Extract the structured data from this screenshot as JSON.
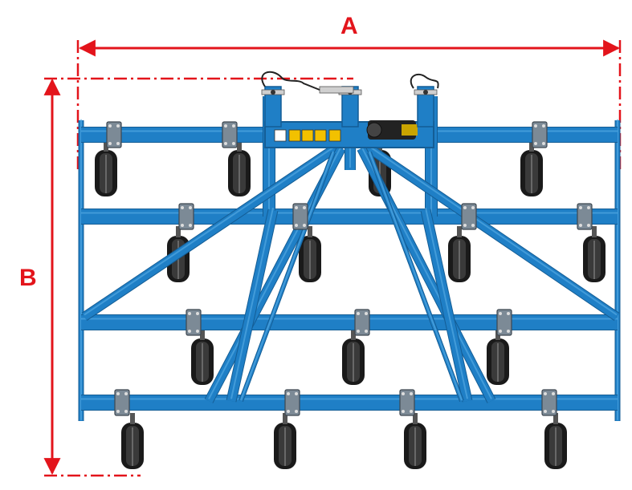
{
  "dimensions": {
    "width_label": "A",
    "length_label": "B"
  },
  "colors": {
    "frame": "#1f7fc6",
    "frame_dark": "#145d95",
    "frame_light": "#5aaee6",
    "dimension": "#e3141b",
    "wheel": "#1a1a1a",
    "clamp": "#7c8a96"
  },
  "components": {
    "rows": 4,
    "tines_per_row": [
      4,
      4,
      3,
      4
    ]
  }
}
